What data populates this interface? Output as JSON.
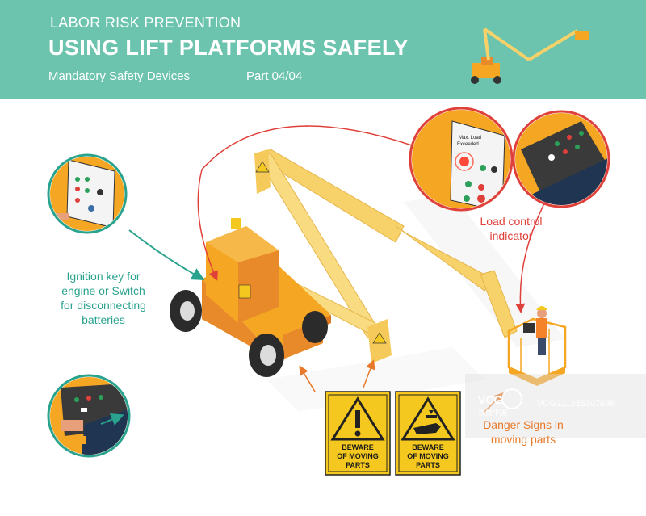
{
  "header": {
    "kicker": "LABOR RISK PREVENTION",
    "title": "USING LIFT PLATFORMS SAFELY",
    "subtitle": "Mandatory Safety Devices",
    "part": "Part 04/04"
  },
  "callouts": {
    "ignition": [
      "Ignition key for",
      "engine or Switch",
      "for disconnecting",
      "batteries"
    ],
    "load_control": [
      "Load control",
      "indicator"
    ],
    "danger_signs": [
      "Danger Signs in",
      "moving parts"
    ]
  },
  "signs": {
    "sign1": [
      "BEWARE",
      "OF MOVING",
      "PARTS"
    ],
    "sign2": [
      "BEWARE",
      "OF MOVING",
      "PARTS"
    ]
  },
  "panel_labels": {
    "max_load": [
      "Max. Load",
      "Exceeded"
    ]
  },
  "watermark": {
    "logo": "VCG",
    "site": "视觉中国",
    "id": "VCG211335307836"
  },
  "colors": {
    "header": "#6cc4ae",
    "lift_orange": "#f5a623",
    "boom_yellow": "#f7d26a",
    "teal_callout": "#2aa38e",
    "red_callout": "#e0403a",
    "orange_callout": "#e8792a",
    "sign_yellow": "#f4c81e"
  },
  "icons": [
    "exclamation-icon",
    "hand-crush-icon",
    "mini-lift-icon",
    "worker-icon"
  ]
}
